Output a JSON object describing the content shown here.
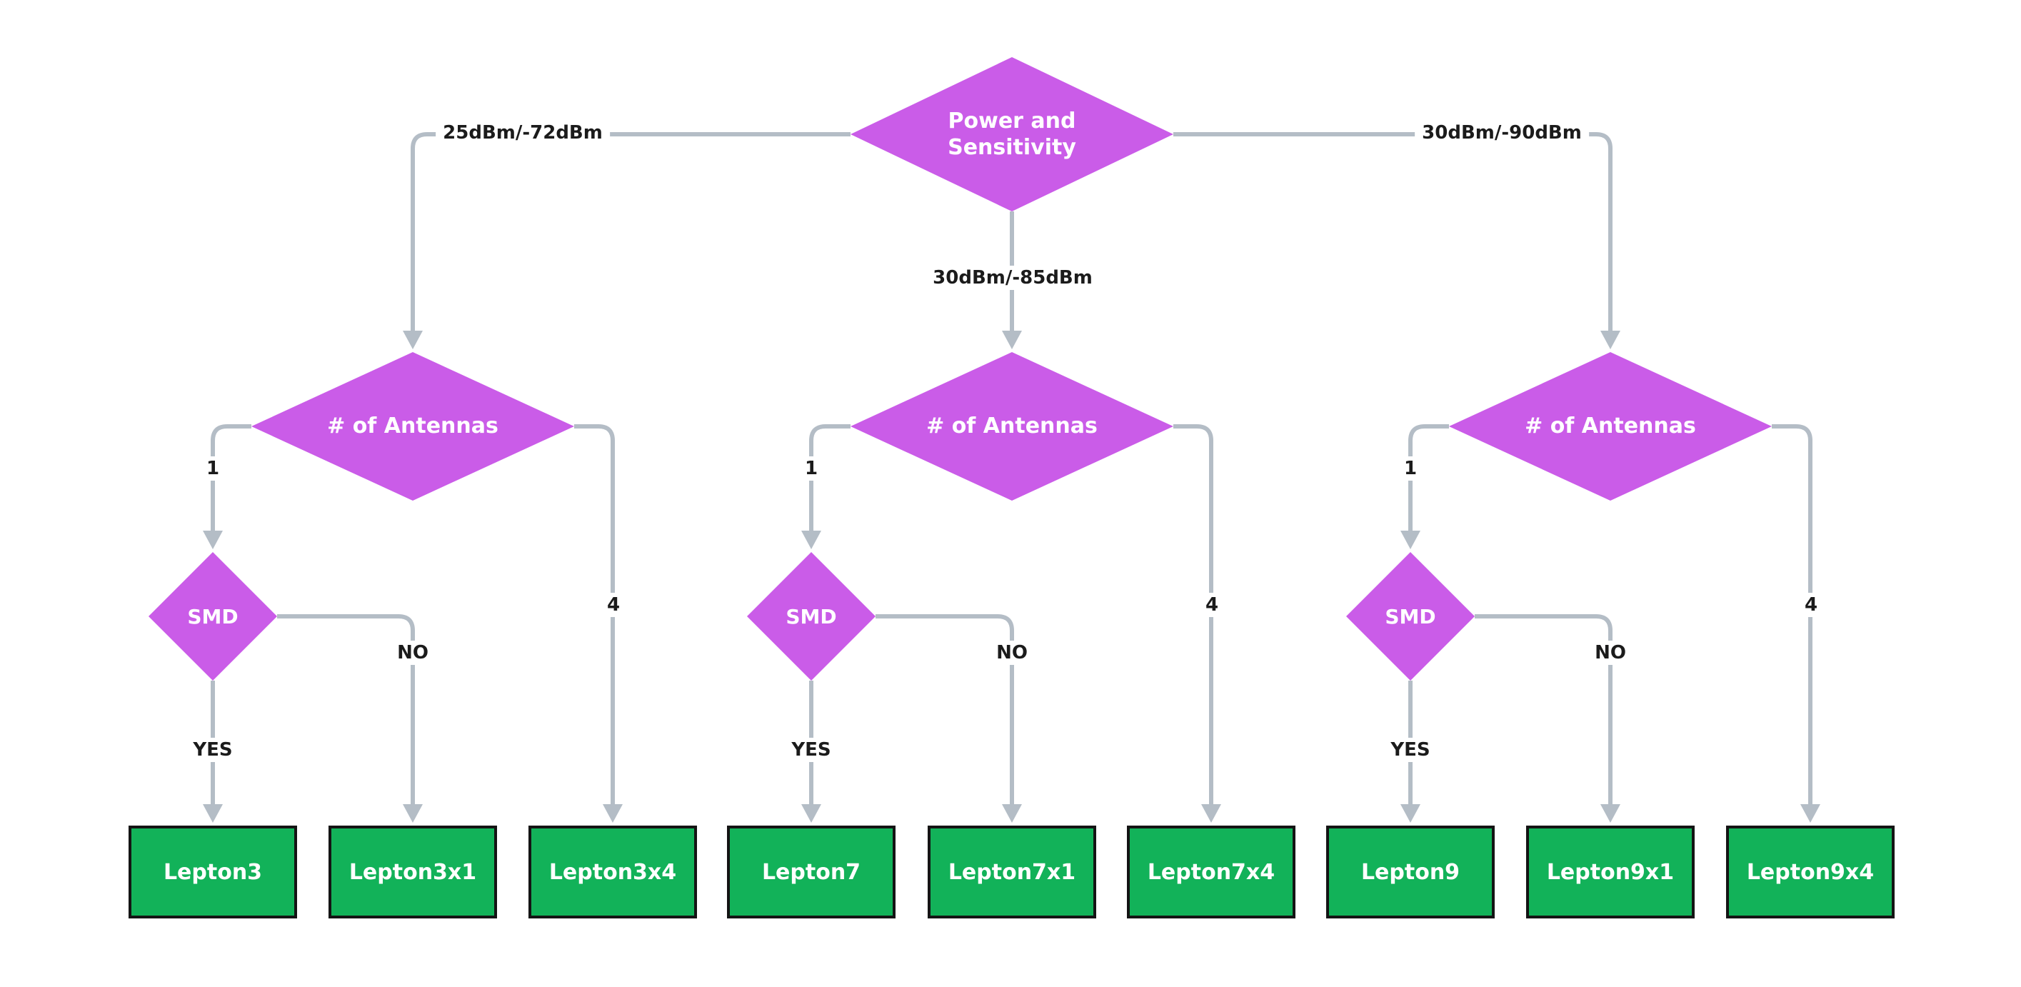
{
  "diagram": {
    "root": {
      "label": "Power and Sensitivity"
    },
    "branches": {
      "left": "25dBm/-72dBm",
      "center": "30dBm/-85dBm",
      "right": "30dBm/-90dBm"
    },
    "groups": [
      {
        "antennas": "# of Antennas",
        "smd": "SMD",
        "edge_one": "1",
        "edge_four": "4",
        "edge_yes": "YES",
        "edge_no": "NO",
        "leaves": [
          "Lepton3",
          "Lepton3x1",
          "Lepton3x4"
        ]
      },
      {
        "antennas": "# of Antennas",
        "smd": "SMD",
        "edge_one": "1",
        "edge_four": "4",
        "edge_yes": "YES",
        "edge_no": "NO",
        "leaves": [
          "Lepton7",
          "Lepton7x1",
          "Lepton7x4"
        ]
      },
      {
        "antennas": "# of Antennas",
        "smd": "SMD",
        "edge_one": "1",
        "edge_four": "4",
        "edge_yes": "YES",
        "edge_no": "NO",
        "leaves": [
          "Lepton9",
          "Lepton9x1",
          "Lepton9x4"
        ]
      }
    ]
  },
  "colors": {
    "decision": "#ca5ce8",
    "leaf": "#12b259",
    "leaf_border": "#141414",
    "connector": "#b4bdc6",
    "edge_text": "#1b1b1b",
    "node_text": "#ffffff",
    "background": "#ffffff"
  }
}
